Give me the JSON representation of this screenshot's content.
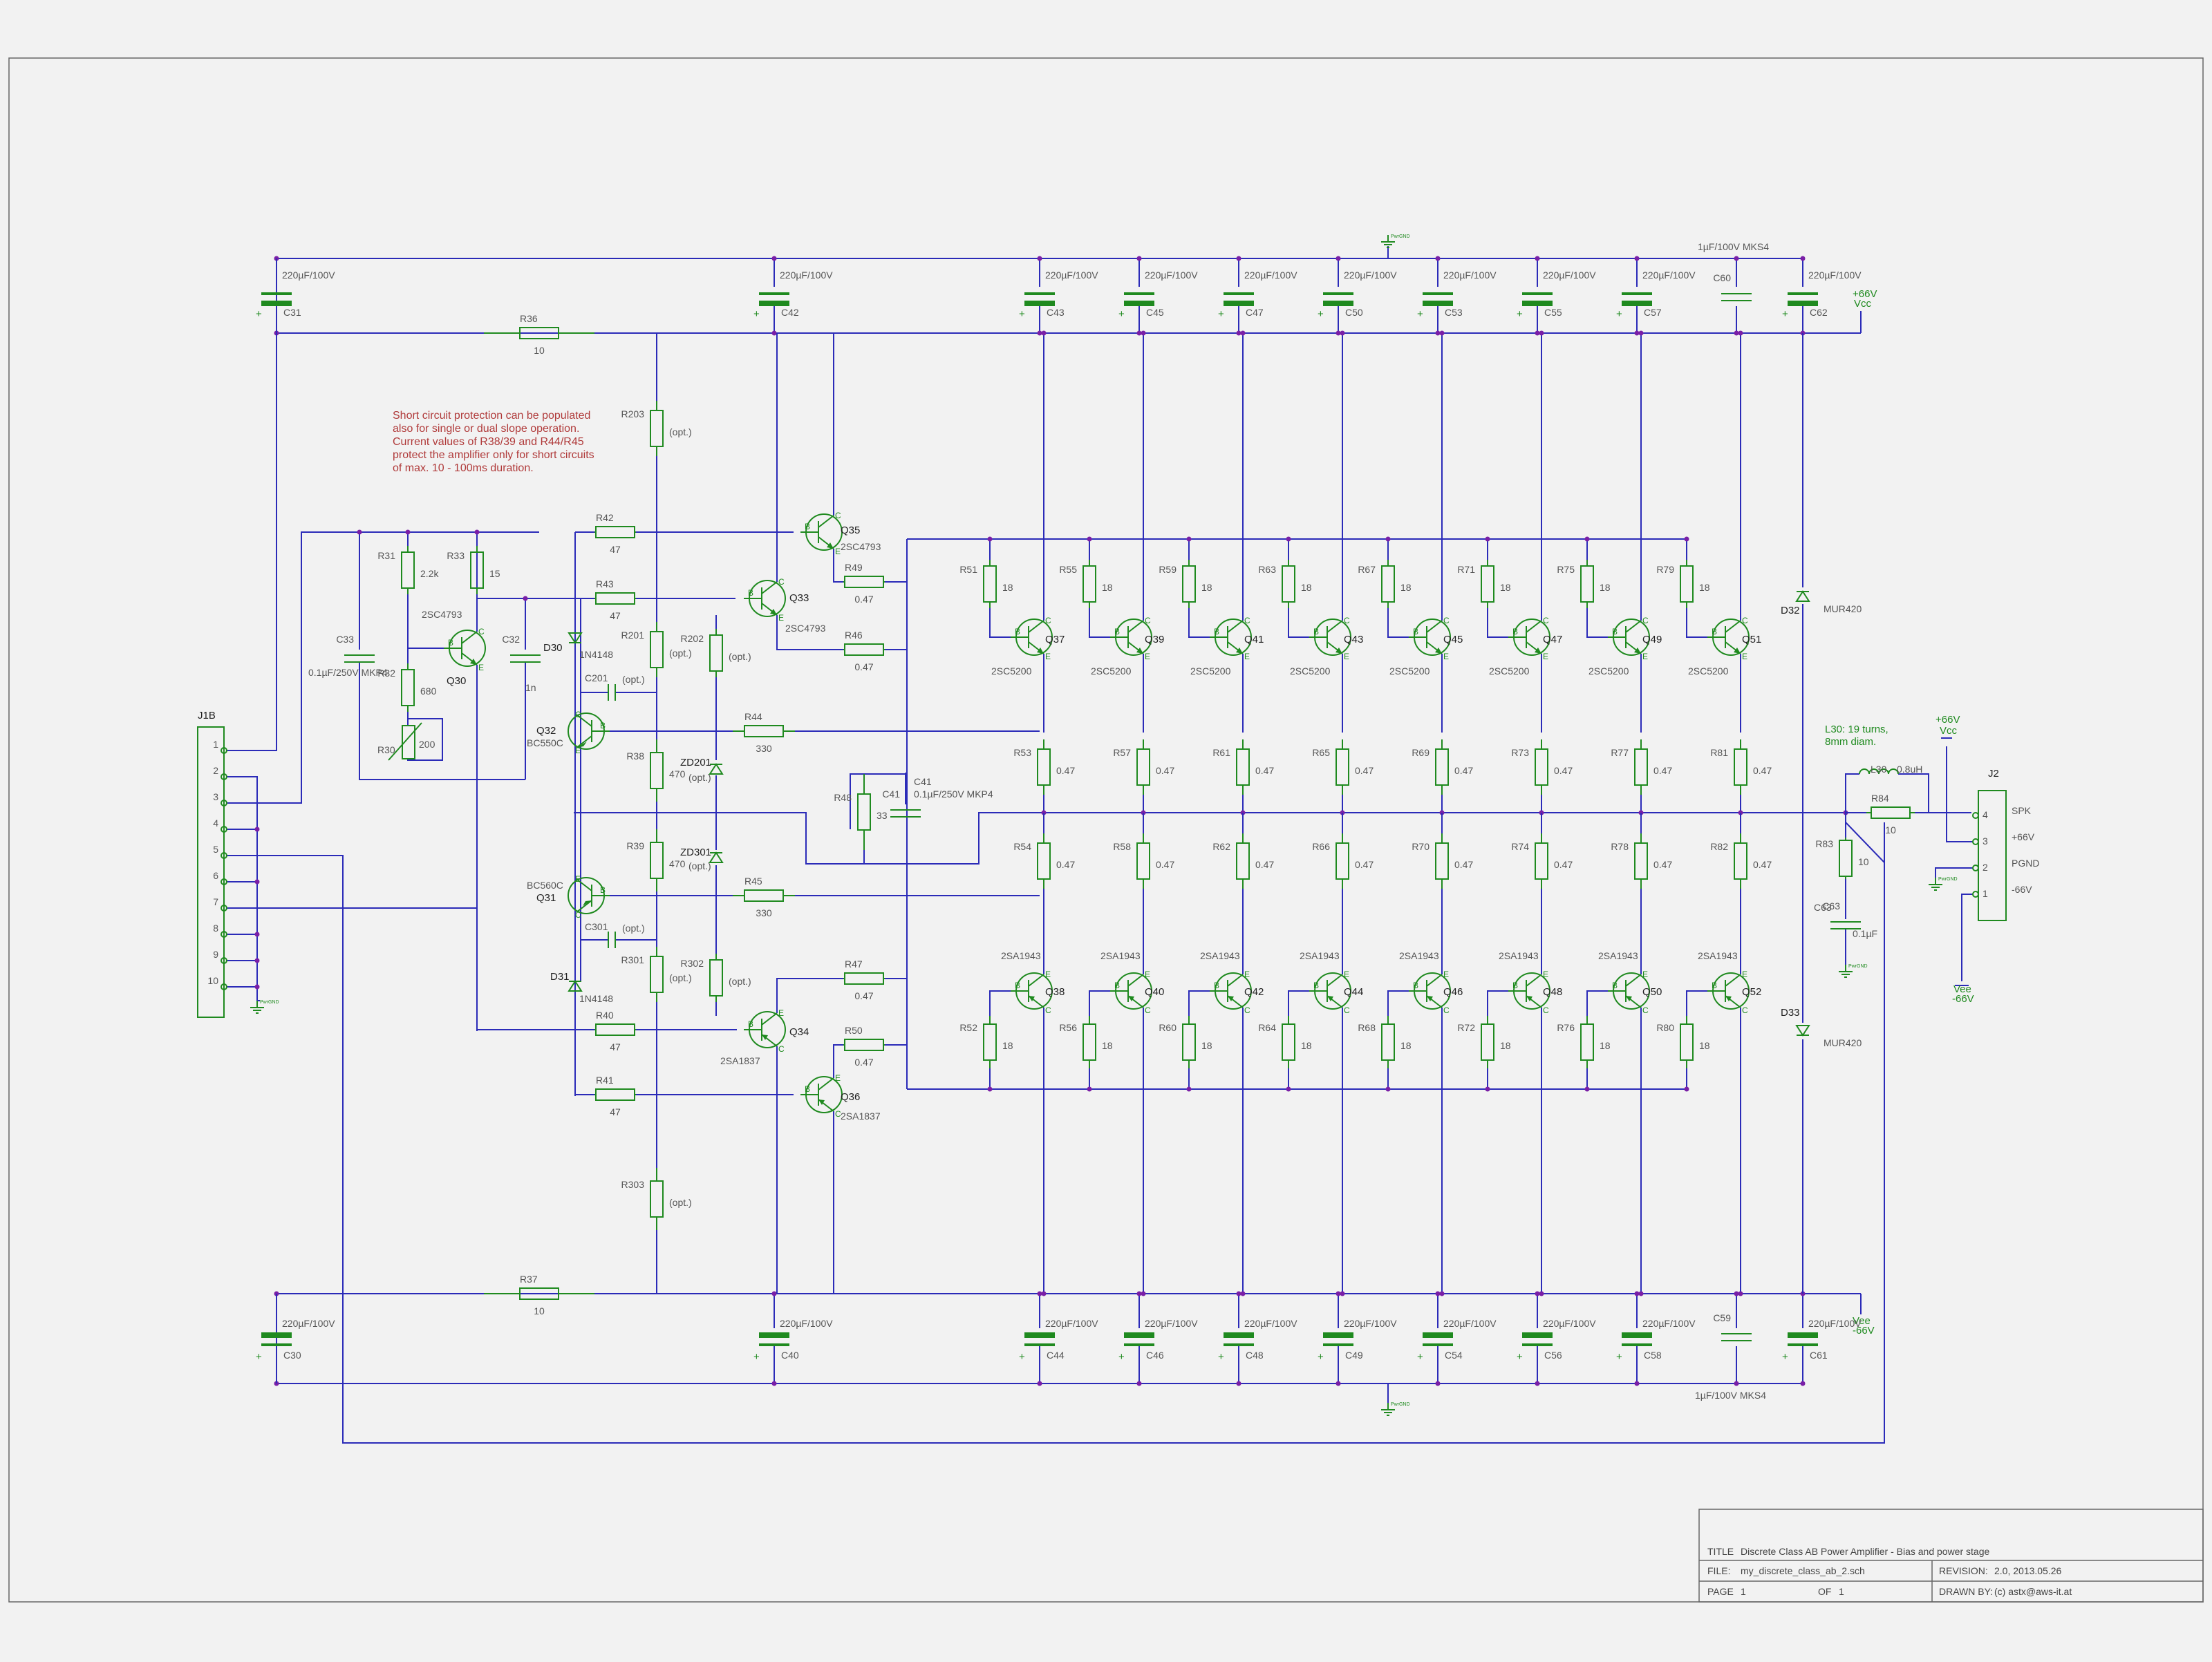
{
  "title_block": {
    "title_label": "TITLE",
    "title": "Discrete Class AB Power Amplifier - Bias and power stage",
    "file_label": "FILE:",
    "file": "my_discrete_class_ab_2.sch",
    "revision_label": "REVISION:",
    "revision": "2.0, 2013.05.26",
    "page_label": "PAGE",
    "page": "1",
    "of_label": "OF",
    "of": "1",
    "drawn_label": "DRAWN BY:",
    "drawn_by": "(c) astx@aws-it.at"
  },
  "note": [
    "Short circuit protection can be populated",
    "also for single or dual slope operation.",
    "Current values of R38/39 and R44/R45",
    "protect the amplifier only for short circuits",
    "of max. 10 - 100ms duration."
  ],
  "inductor_note": [
    "L30: 19 turns,",
    "8mm diam."
  ],
  "connector_j1b": {
    "name": "J1B",
    "pins": [
      "1",
      "2",
      "3",
      "4",
      "5",
      "6",
      "7",
      "8",
      "9",
      "10"
    ]
  },
  "connector_j2": {
    "name": "J2",
    "pins": [
      "4",
      "3",
      "2",
      "1"
    ],
    "signals": [
      "SPK",
      "+66V",
      "PGND",
      "-66V"
    ]
  },
  "supply": {
    "vcc_label": "Vcc",
    "vcc_value": "+66V",
    "vee_label": "Vee",
    "vee_value": "-66V",
    "pgnd": "PwrGND"
  },
  "caps_top": [
    {
      "ref": "C31",
      "value": "220µF/100V"
    },
    {
      "ref": "C42",
      "value": "220µF/100V"
    },
    {
      "ref": "C43",
      "value": "220µF/100V"
    },
    {
      "ref": "C45",
      "value": "220µF/100V"
    },
    {
      "ref": "C47",
      "value": "220µF/100V"
    },
    {
      "ref": "C50",
      "value": "220µF/100V"
    },
    {
      "ref": "C53",
      "value": "220µF/100V"
    },
    {
      "ref": "C55",
      "value": "220µF/100V"
    },
    {
      "ref": "C57",
      "value": "220µF/100V"
    },
    {
      "ref": "C60",
      "value": "1µF/100V MKS4"
    },
    {
      "ref": "C62",
      "value": "220µF/100V"
    }
  ],
  "caps_bottom": [
    {
      "ref": "C30",
      "value": "220µF/100V"
    },
    {
      "ref": "C40",
      "value": "220µF/100V"
    },
    {
      "ref": "C44",
      "value": "220µF/100V"
    },
    {
      "ref": "C46",
      "value": "220µF/100V"
    },
    {
      "ref": "C48",
      "value": "220µF/100V"
    },
    {
      "ref": "C49",
      "value": "220µF/100V"
    },
    {
      "ref": "C54",
      "value": "220µF/100V"
    },
    {
      "ref": "C56",
      "value": "220µF/100V"
    },
    {
      "ref": "C58",
      "value": "220µF/100V"
    },
    {
      "ref": "C59",
      "value": "1µF/100V MKS4"
    },
    {
      "ref": "C61",
      "value": "220µF/100V"
    }
  ],
  "npn_out": [
    {
      "ref": "Q37",
      "part": "2SC5200",
      "rb": "R51",
      "rbv": "18",
      "re": "R53",
      "rev": "0.47"
    },
    {
      "ref": "Q39",
      "part": "2SC5200",
      "rb": "R55",
      "rbv": "18",
      "re": "R57",
      "rev": "0.47"
    },
    {
      "ref": "Q41",
      "part": "2SC5200",
      "rb": "R59",
      "rbv": "18",
      "re": "R61",
      "rev": "0.47"
    },
    {
      "ref": "Q43",
      "part": "2SC5200",
      "rb": "R63",
      "rbv": "18",
      "re": "R65",
      "rev": "0.47"
    },
    {
      "ref": "Q45",
      "part": "2SC5200",
      "rb": "R67",
      "rbv": "18",
      "re": "R69",
      "rev": "0.47"
    },
    {
      "ref": "Q47",
      "part": "2SC5200",
      "rb": "R71",
      "rbv": "18",
      "re": "R73",
      "rev": "0.47"
    },
    {
      "ref": "Q49",
      "part": "2SC5200",
      "rb": "R75",
      "rbv": "18",
      "re": "R77",
      "rev": "0.47"
    },
    {
      "ref": "Q51",
      "part": "2SC5200",
      "rb": "R79",
      "rbv": "18",
      "re": "R81",
      "rev": "0.47"
    }
  ],
  "pnp_out": [
    {
      "ref": "Q38",
      "part": "2SA1943",
      "rb": "R52",
      "rbv": "18",
      "re": "R54",
      "rev": "0.47"
    },
    {
      "ref": "Q40",
      "part": "2SA1943",
      "rb": "R56",
      "rbv": "18",
      "re": "R58",
      "rev": "0.47"
    },
    {
      "ref": "Q42",
      "part": "2SA1943",
      "rb": "R60",
      "rbv": "18",
      "re": "R62",
      "rev": "0.47"
    },
    {
      "ref": "Q44",
      "part": "2SA1943",
      "rb": "R64",
      "rbv": "18",
      "re": "R66",
      "rev": "0.47"
    },
    {
      "ref": "Q46",
      "part": "2SA1943",
      "rb": "R68",
      "rbv": "18",
      "re": "R70",
      "rev": "0.47"
    },
    {
      "ref": "Q48",
      "part": "2SA1943",
      "rb": "R72",
      "rbv": "18",
      "re": "R74",
      "rev": "0.47"
    },
    {
      "ref": "Q50",
      "part": "2SA1943",
      "rb": "R76",
      "rbv": "18",
      "re": "R78",
      "rev": "0.47"
    },
    {
      "ref": "Q52",
      "part": "2SA1943",
      "rb": "R80",
      "rbv": "18",
      "re": "R82",
      "rev": "0.47"
    }
  ],
  "transistors": [
    {
      "id": "q30",
      "ref": "Q30",
      "part": "2SC4793",
      "type": "npn"
    },
    {
      "id": "q32",
      "ref": "Q32",
      "part": "BC550C",
      "type": "npn"
    },
    {
      "id": "q31",
      "ref": "Q31",
      "part": "BC560C",
      "type": "pnp"
    },
    {
      "id": "q33",
      "ref": "Q33",
      "part": "2SC4793",
      "type": "npn"
    },
    {
      "id": "q35",
      "ref": "Q35",
      "part": "2SC4793",
      "type": "npn"
    },
    {
      "id": "q34",
      "ref": "Q34",
      "part": "2SA1837",
      "type": "pnp"
    },
    {
      "id": "q36",
      "ref": "Q36",
      "part": "2SA1837",
      "type": "pnp"
    }
  ],
  "resistors": [
    {
      "id": "r36",
      "ref": "R36",
      "value": "10"
    },
    {
      "id": "r37",
      "ref": "R37",
      "value": "10"
    },
    {
      "id": "r203",
      "ref": "R203",
      "value": "(opt.)"
    },
    {
      "id": "r303",
      "ref": "R303",
      "value": "(opt.)"
    },
    {
      "id": "r31",
      "ref": "R31",
      "value": "2.2k"
    },
    {
      "id": "r33",
      "ref": "R33",
      "value": "15"
    },
    {
      "id": "r32",
      "ref": "R32",
      "value": "680"
    },
    {
      "id": "r30",
      "ref": "R30",
      "value": "200"
    },
    {
      "id": "r42",
      "ref": "R42",
      "value": "47"
    },
    {
      "id": "r43",
      "ref": "R43",
      "value": "47"
    },
    {
      "id": "r40",
      "ref": "R40",
      "value": "47"
    },
    {
      "id": "r41",
      "ref": "R41",
      "value": "47"
    },
    {
      "id": "r49",
      "ref": "R49",
      "value": "0.47"
    },
    {
      "id": "r46",
      "ref": "R46",
      "value": "0.47"
    },
    {
      "id": "r47",
      "ref": "R47",
      "value": "0.47"
    },
    {
      "id": "r50",
      "ref": "R50",
      "value": "0.47"
    },
    {
      "id": "r201",
      "ref": "R201",
      "value": "(opt.)"
    },
    {
      "id": "r202",
      "ref": "R202",
      "value": "(opt.)"
    },
    {
      "id": "r301",
      "ref": "R301",
      "value": "(opt.)"
    },
    {
      "id": "r302",
      "ref": "R302",
      "value": "(opt.)"
    },
    {
      "id": "r38",
      "ref": "R38",
      "value": "470"
    },
    {
      "id": "r39",
      "ref": "R39",
      "value": "470"
    },
    {
      "id": "r44",
      "ref": "R44",
      "value": "330"
    },
    {
      "id": "r45",
      "ref": "R45",
      "value": "330"
    },
    {
      "id": "r48",
      "ref": "R48",
      "value": "33"
    },
    {
      "id": "r83",
      "ref": "R83",
      "value": "10"
    },
    {
      "id": "r84",
      "ref": "R84",
      "value": "10"
    }
  ],
  "small_parts": {
    "c33": {
      "ref": "C33",
      "value": "0.1µF/250V MKP4"
    },
    "c32": {
      "ref": "C32",
      "value": "1n"
    },
    "c41": {
      "ref": "C41",
      "value": "0.1µF/250V MKP4"
    },
    "c201": {
      "ref": "C201",
      "value": "(opt.)"
    },
    "c301": {
      "ref": "C301",
      "value": "(opt.)"
    },
    "c63": {
      "ref": "C63",
      "value": "0.1µF"
    },
    "d30": {
      "ref": "D30",
      "value": "1N4148"
    },
    "d31": {
      "ref": "D31",
      "value": "1N4148"
    },
    "d32": {
      "ref": "D32",
      "value": "MUR420"
    },
    "d33": {
      "ref": "D33",
      "value": "MUR420"
    },
    "zd201": {
      "ref": "ZD201",
      "value": "(opt.)"
    },
    "zd301": {
      "ref": "ZD301",
      "value": "(opt.)"
    },
    "l30": {
      "ref": "L30",
      "value": "0.8uH"
    }
  },
  "pins": {
    "b": "B",
    "c": "C",
    "e": "E"
  }
}
